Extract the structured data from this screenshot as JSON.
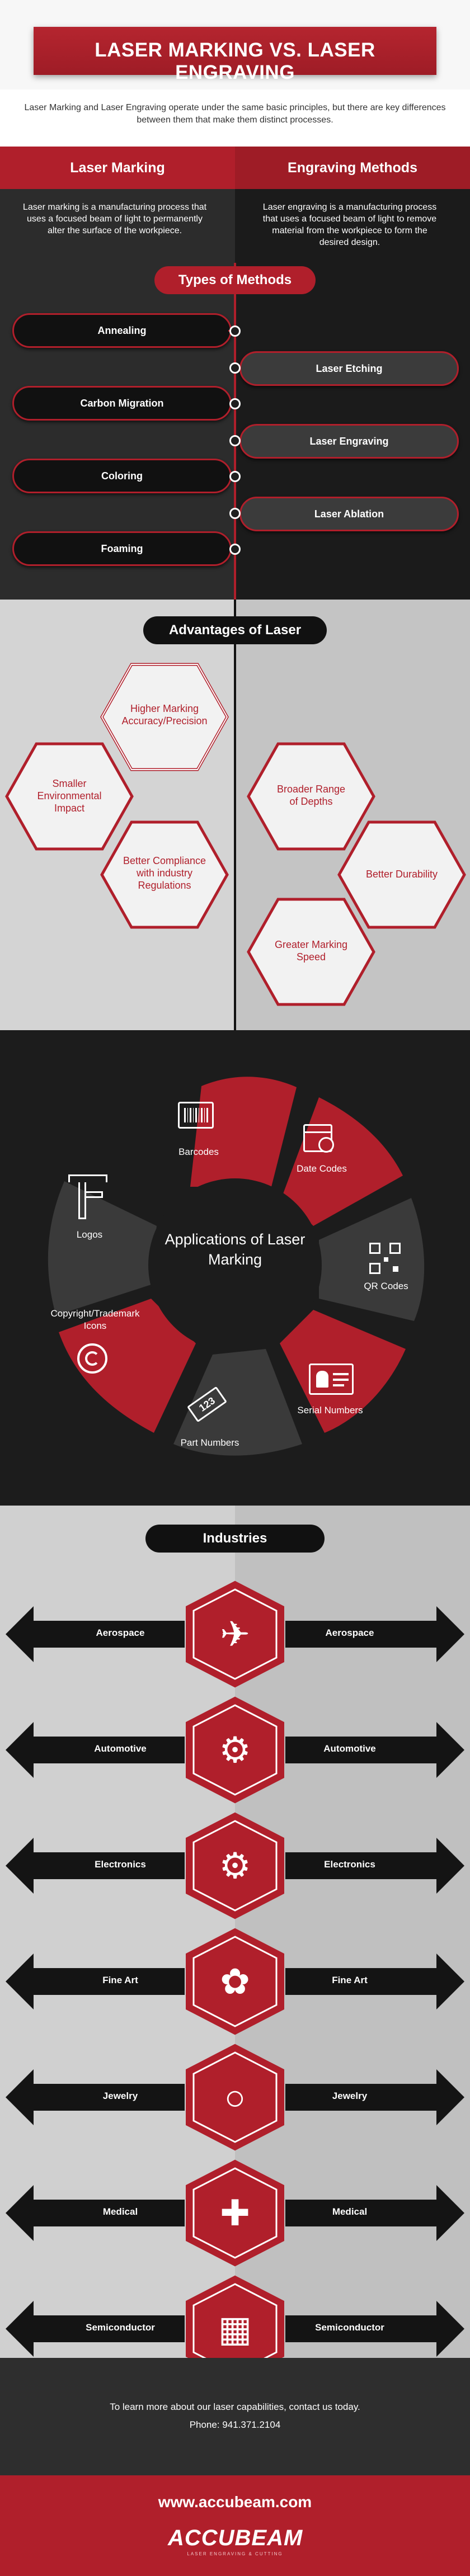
{
  "header": {
    "title": "LASER MARKING VS. LASER ENGRAVING",
    "intro": "Laser Marking and Laser Engraving operate under the same basic principles, but there are key differences between them that make them distinct processes."
  },
  "comparison": {
    "left": {
      "title": "Laser Marking",
      "text": "Laser marking is a manufacturing process that uses a focused beam of light to permanently alter the surface of the workpiece."
    },
    "right": {
      "title": "Engraving Methods",
      "text": "Laser engraving is a manufacturing process that uses a focused beam of light to remove material from the workpiece to form the desired design."
    },
    "methods_heading": "Types of Methods",
    "marking_methods": [
      "Annealing",
      "Carbon Migration",
      "Coloring",
      "Foaming"
    ],
    "engraving_methods": [
      "Laser Etching",
      "Laser Engraving",
      "Laser Ablation"
    ]
  },
  "advantages": {
    "heading": "Advantages of Laser",
    "marking": [
      "Higher Marking Accuracy/Precision",
      "Smaller Environmental Impact",
      "Better Compliance with industry Regulations"
    ],
    "engraving": [
      "Broader Range of Depths",
      "Better Durability",
      "Greater Marking Speed"
    ]
  },
  "applications": {
    "center_title": "Applications of Laser Marking",
    "items": [
      "Barcodes",
      "Date Codes",
      "QR Codes",
      "Serial Numbers",
      "Part Numbers",
      "Copyright/Trademark Icons",
      "Logos"
    ],
    "part_badge": "123"
  },
  "industries": {
    "heading": "Industries",
    "items": [
      {
        "name": "Aerospace",
        "icon": "airplane-icon"
      },
      {
        "name": "Automotive",
        "icon": "robot-arm-car-icon"
      },
      {
        "name": "Electronics",
        "icon": "motor-icon"
      },
      {
        "name": "Fine Art",
        "icon": "pinwheel-icon"
      },
      {
        "name": "Jewelry",
        "icon": "ring-icon"
      },
      {
        "name": "Medical",
        "icon": "medical-kit-icon"
      },
      {
        "name": "Semiconductor",
        "icon": "chip-icon"
      }
    ]
  },
  "footer": {
    "line1": "To learn more about our laser capabilities, contact us today.",
    "line2": "Phone: 941.371.2104",
    "url": "www.accubeam.com",
    "logo": "ACCUBEAM",
    "logo_sub": "LASER ENGRAVING & CUTTING"
  },
  "colors": {
    "accent": "#b01f2b",
    "dark": "#1f1f1f"
  }
}
